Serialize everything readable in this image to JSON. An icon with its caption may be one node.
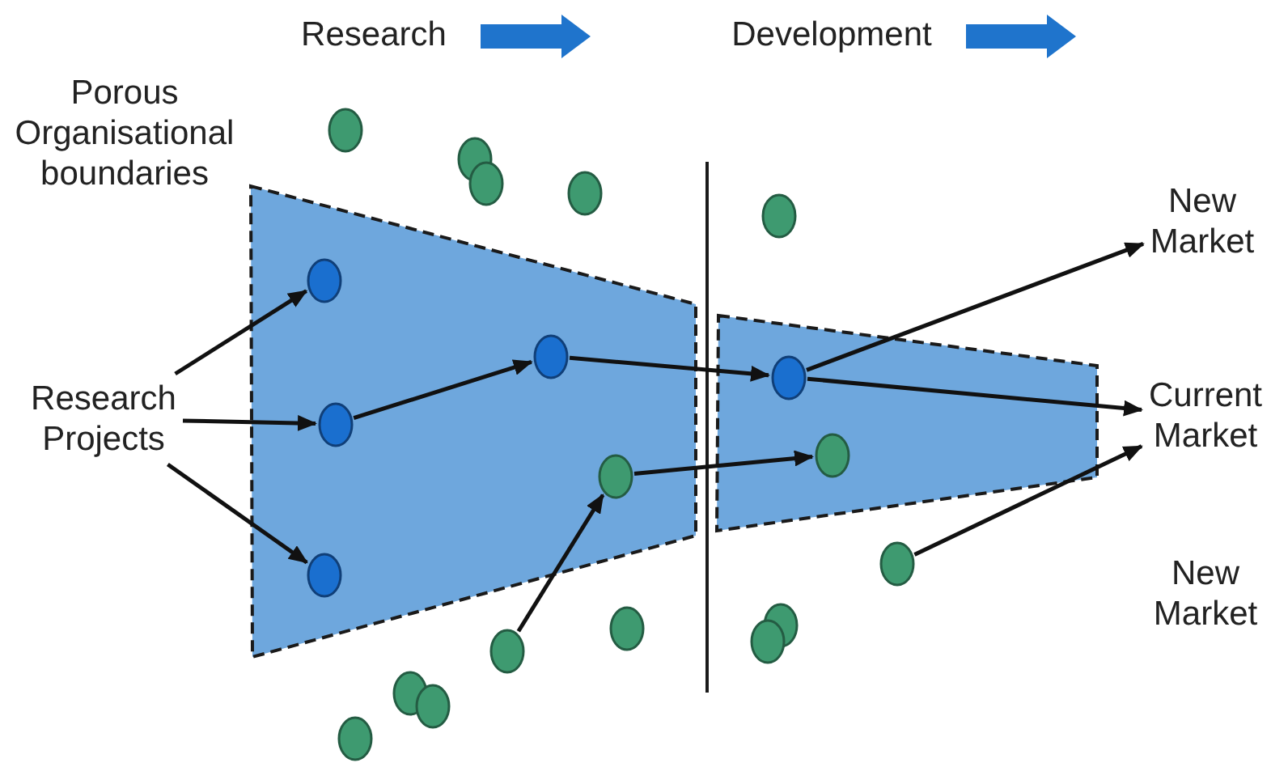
{
  "diagram": {
    "nodes": [
      {
        "text": [
          "Research Projects"
        ]
      },
      {
        "text": [],
        "shape": "circle"
      },
      {
        "text": [],
        "shape": "circle"
      },
      {
        "text": [],
        "shape": "circle"
      },
      {
        "text": [],
        "shape": "circle"
      },
      {
        "text": [],
        "shape": "circle"
      },
      {
        "text": [],
        "shape": "circle"
      },
      {
        "text": [],
        "shape": "circle"
      },
      {
        "text": [],
        "shape": "circle"
      },
      {
        "text": [],
        "shape": "circle"
      },
      {
        "text": [],
        "shape": "circle"
      },
      {
        "text": [],
        "shape": "circle"
      },
      {
        "text": [],
        "shape": "circle"
      },
      {
        "text": [],
        "shape": "circle"
      },
      {
        "text": [],
        "shape": "circle"
      },
      {
        "text": [],
        "shape": "circle"
      },
      {
        "text": [],
        "shape": "circle"
      },
      {
        "text": [],
        "shape": "circle"
      },
      {
        "text": [],
        "shape": "circle"
      },
      {
        "text": [],
        "shape": "circle"
      },
      {
        "text": [],
        "shape": "circle"
      },
      {
        "text": [
          "New Market"
        ]
      },
      {
        "text": [
          "Current Market"
        ]
      }
    ],
    "edges": [
      {
        "from": 0,
        "to": 6,
        "arrow": "to"
      },
      {
        "from": 0,
        "to": 9,
        "arrow": "to"
      },
      {
        "from": 0,
        "to": 13,
        "arrow": "to"
      },
      {
        "from": 9,
        "to": 7,
        "arrow": "to"
      },
      {
        "from": 7,
        "to": 8,
        "arrow": "to"
      },
      {
        "from": 8,
        "to": 21,
        "arrow": "to"
      },
      {
        "from": 8,
        "to": 22,
        "arrow": "to"
      },
      {
        "from": 11,
        "to": 10,
        "arrow": "to"
      },
      {
        "from": 17,
        "to": 11,
        "arrow": "to"
      },
      {
        "from": 12,
        "to": 22,
        "arrow": "to"
      }
    ],
    "labels": [
      "Research",
      "Development",
      "Porous Organisational boundaries",
      "New Market"
    ]
  }
}
